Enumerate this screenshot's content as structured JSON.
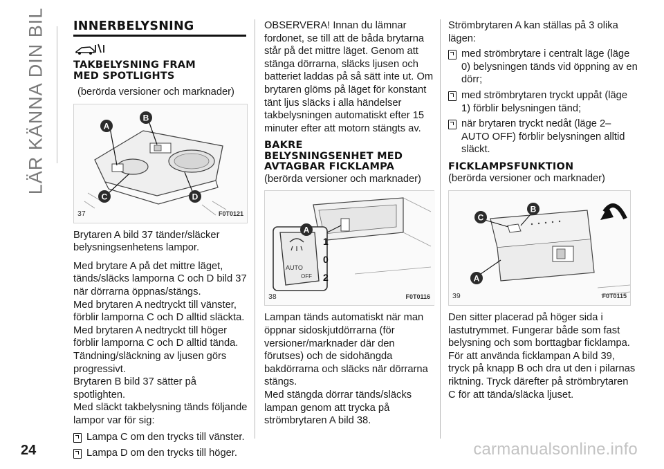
{
  "side_title": "LÄR KÄNNA DIN BIL",
  "page_number": "24",
  "watermark": "carmanualsonline.info",
  "col1": {
    "heading": "INNERBELYSNING",
    "subheading_line1": "TAKBELYSNING FRAM",
    "subheading_line2": "MED SPOTLIGHTS",
    "note": "(berörda versioner och marknader)",
    "figure": {
      "number": "37",
      "code": "F0T0121",
      "labels": [
        "A",
        "B",
        "C",
        "D"
      ]
    },
    "paragraphs": [
      "Brytaren A bild 37 tänder/släcker belysningsenhetens lampor.",
      "Med brytare A på det mittre läget, tänds/släcks lamporna C och D bild 37 när dörrarna öppnas/stängs.",
      "Med brytaren A nedtryckt till vänster, förblir lamporna C och D alltid släckta.",
      "Med brytaren A nedtryckt till höger förblir lamporna C och D alltid tända.",
      "Tändning/släckning av ljusen görs progressivt.",
      "Brytaren B bild 37 sätter på spotlighten.",
      "Med släckt takbelysning tänds följande lampor var för sig:"
    ],
    "bullets": [
      "Lampa C om den trycks till vänster.",
      "Lampa D om den trycks till höger."
    ]
  },
  "col2": {
    "intro": "OBSERVERA! Innan du lämnar fordonet, se till att de båda brytarna står på det mittre läget. Genom att stänga dörrarna, släcks ljusen och batteriet laddas på så sätt inte ut. Om brytaren glöms på läget för konstant tänt ljus släcks i alla händelser takbelysningen automatiskt efter 15 minuter efter att motorn stängts av.",
    "heading_line1": "BAKRE",
    "heading_line2": "BELYSNINGSENHET MED",
    "heading_line3": "AVTAGBAR FICKLAMPA",
    "note": "(berörda versioner och marknader)",
    "figure": {
      "number": "38",
      "code": "F0T0116",
      "labels": [
        "A",
        "1",
        "0",
        "2",
        "AUTO",
        "OFF"
      ]
    },
    "paragraphs": [
      "Lampan tänds automatiskt när man öppnar sidoskjutdörrarna (för versioner/marknader där den förutses) och de sidohängda bakdörrarna och släcks när dörrarna stängs.",
      "Med stängda dörrar tänds/släcks lampan genom att trycka på strömbrytaren A bild 38."
    ]
  },
  "col3": {
    "intro": "Strömbrytaren A kan ställas på 3 olika lägen:",
    "bullets": [
      "med strömbrytare i centralt läge (läge 0) belysningen tänds vid öppning av en dörr;",
      "med strömbrytaren tryckt uppåt (läge 1) förblir belysningen tänd;",
      "när brytaren tryckt nedåt (läge 2– AUTO OFF) förblir belysningen alltid släckt."
    ],
    "heading": "FICKLAMPSFUNKTION",
    "note": "(berörda versioner och marknader)",
    "figure": {
      "number": "39",
      "code": "F0T0115",
      "labels": [
        "C",
        "B",
        "A"
      ]
    },
    "paragraphs": [
      "Den sitter placerad på höger sida i lastutrymmet. Fungerar både som fast belysning och som borttagbar ficklampa.",
      "För att använda ficklampan A bild 39, tryck på knapp B och dra ut den i pilarnas riktning. Tryck därefter på strömbrytaren C för att tända/släcka ljuset."
    ]
  },
  "colors": {
    "accent_label": "#2b2b2b",
    "rule": "#b8b8b8"
  }
}
